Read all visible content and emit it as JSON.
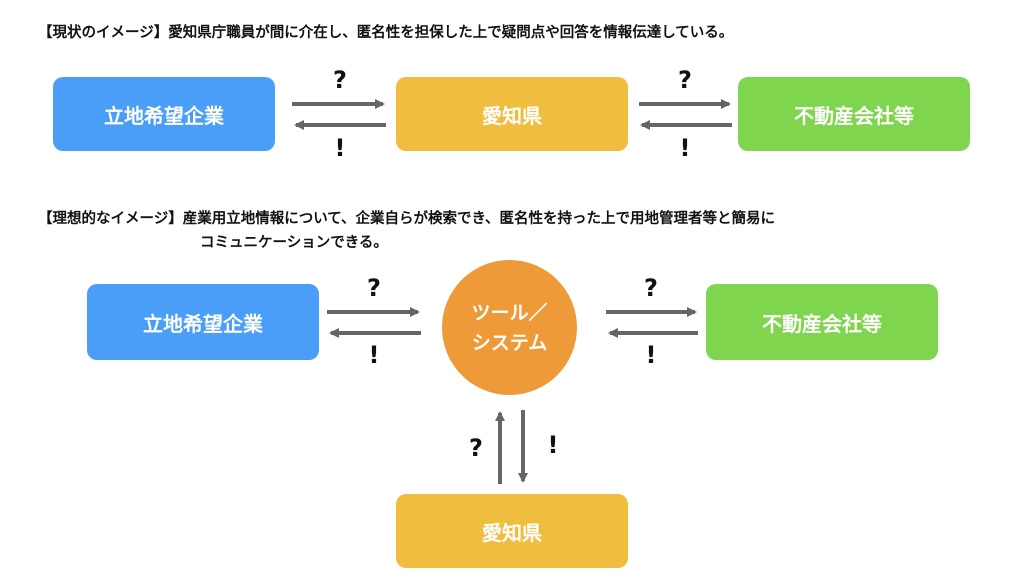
{
  "current": {
    "caption": "【現状のイメージ】愛知県庁職員が間に介在し、匿名性を担保した上で疑問点や回答を情報伝達している。",
    "boxes": {
      "company": "立地希望企業",
      "prefecture": "愛知県",
      "realestate": "不動産会社等"
    },
    "marks": {
      "question": "?",
      "answer": "!"
    }
  },
  "ideal": {
    "caption_line1": "【理想的なイメージ】産業用立地情報について、企業自らが検索でき、匿名性を持った上で用地管理者等と簡易に",
    "caption_line2": "コミュニケーションできる。",
    "boxes": {
      "company": "立地希望企業",
      "tool_line1": "ツール／",
      "tool_line2": "システム",
      "realestate": "不動産会社等",
      "prefecture": "愛知県"
    },
    "marks": {
      "question": "?",
      "answer": "!"
    }
  },
  "colors": {
    "company": "#4a9ef8",
    "prefecture": "#f0bd3e",
    "realestate": "#7fd54e",
    "tool": "#ef9a38",
    "arrow": "#666666"
  }
}
